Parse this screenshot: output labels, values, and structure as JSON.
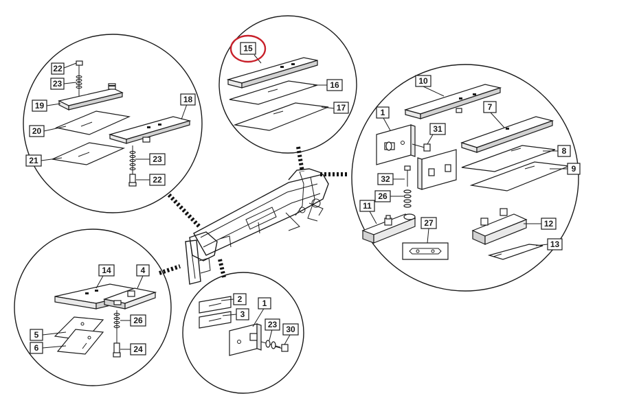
{
  "colors": {
    "line": "#1a1a1a",
    "highlight": "#c8202a",
    "background": "#ffffff"
  },
  "highlighted_part": "15",
  "labels": {
    "c1": {
      "l22a": "22",
      "l23a": "23",
      "l19": "19",
      "l20": "20",
      "l21": "21",
      "l18": "18",
      "l23b": "23",
      "l22b": "22"
    },
    "c2": {
      "l15": "15",
      "l16": "16",
      "l17": "17"
    },
    "c3": {
      "l10": "10",
      "l1": "1",
      "l31": "31",
      "l7": "7",
      "l8": "8",
      "l9": "9",
      "l32": "32",
      "l26": "26",
      "l11": "11",
      "l27": "27",
      "l12": "12",
      "l13": "13"
    },
    "c4": {
      "l14": "14",
      "l4": "4",
      "l26": "26",
      "l5": "5",
      "l6": "6",
      "l24": "24"
    },
    "c5": {
      "l2": "2",
      "l3": "3",
      "l1": "1",
      "l23": "23",
      "l30": "30"
    }
  }
}
